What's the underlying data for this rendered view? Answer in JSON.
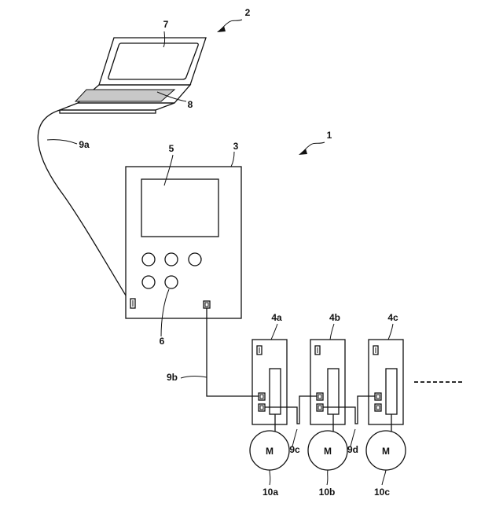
{
  "labels": {
    "system": "1",
    "laptop": "2",
    "controller": "3",
    "drive_a": "4a",
    "drive_b": "4b",
    "drive_c": "4c",
    "display": "5",
    "button": "6",
    "laptop_screen": "7",
    "keyboard": "8",
    "cable_a": "9a",
    "cable_b": "9b",
    "cable_c": "9c",
    "cable_d": "9d",
    "motor_a": "10a",
    "motor_b": "10b",
    "motor_c": "10c"
  },
  "motor_letter": "M",
  "colors": {
    "line": "#111111",
    "keyboard_fill": "#c8c8c8",
    "background": "#ffffff"
  }
}
